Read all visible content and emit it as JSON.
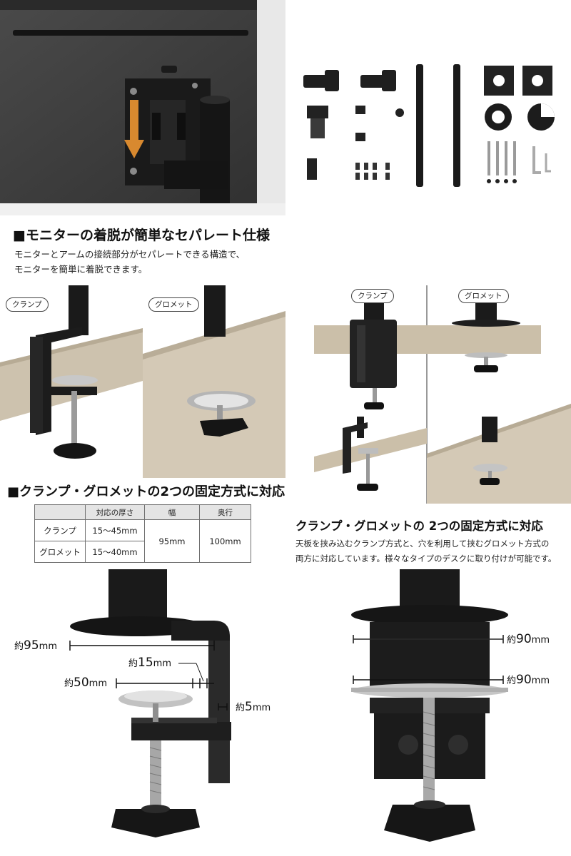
{
  "section1": {
    "heading": "■モニターの着脱が簡単なセパレート仕様",
    "desc_line1": "モニターとアームの接続部分がセパレートできる構造で、",
    "desc_line2": "モニターを簡単に着脱できます。"
  },
  "labels": {
    "clamp": "クランプ",
    "grommet": "グロメット"
  },
  "section2": {
    "heading": "■クランプ・グロメットの2つの固定方式に対応",
    "table": {
      "headers": [
        "",
        "対応の厚さ",
        "幅",
        "奥行"
      ],
      "rows": [
        {
          "name": "クランプ",
          "thickness": "15〜45mm"
        },
        {
          "name": "グロメット",
          "thickness": "15〜40mm"
        }
      ],
      "width": "95mm",
      "depth": "100mm"
    }
  },
  "section3": {
    "heading": "クランプ・グロメットの 2つの固定方式に対応",
    "desc_line1": "天板を挟み込むクランプ方式と、穴を利用して挟むグロメット方式の",
    "desc_line2": "両方に対応しています。様々なタイプのデスクに取り付けが可能です。"
  },
  "dimensions": {
    "prefix": "約",
    "clamp_width": {
      "value": "95",
      "unit": "mm"
    },
    "clamp_inner": {
      "value": "15",
      "unit": "mm"
    },
    "clamp_plate": {
      "value": "50",
      "unit": "mm"
    },
    "clamp_thickness": {
      "value": "5",
      "unit": "mm"
    },
    "grommet_top": {
      "value": "90",
      "unit": "mm"
    },
    "grommet_bottom": {
      "value": "90",
      "unit": "mm"
    }
  },
  "colors": {
    "arrow": "#d8892f",
    "wood": "#cdc2ae",
    "metal_black": "#1e1e1e"
  }
}
